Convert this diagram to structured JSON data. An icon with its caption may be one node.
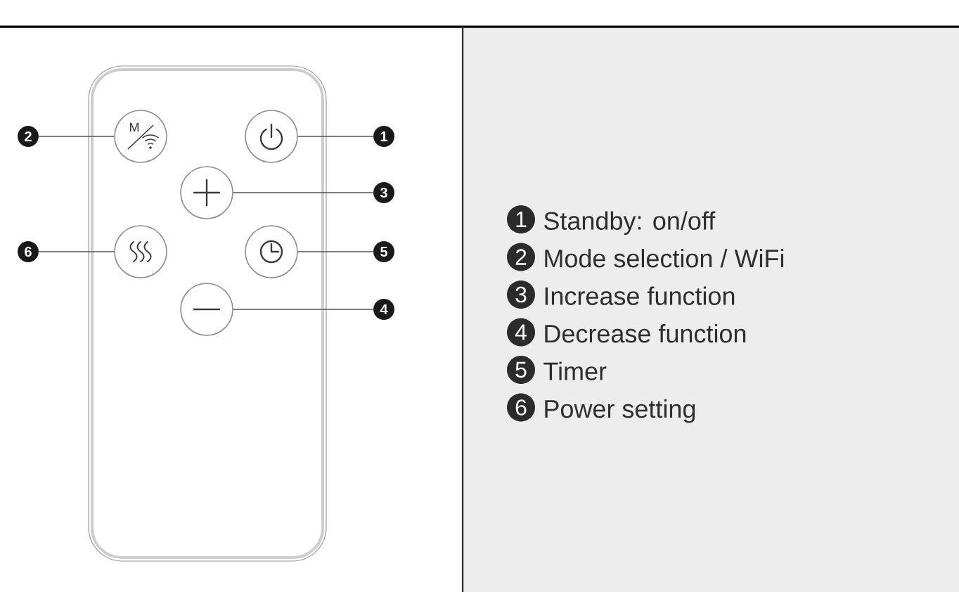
{
  "diagram": {
    "nodes": [
      {
        "text": [
          "2"
        ]
      },
      {
        "text": [
          "M"
        ]
      },
      {
        "text": [],
        "shape": "circle"
      },
      {
        "text": [
          "1"
        ]
      },
      {
        "text": [],
        "shape": "circle"
      },
      {
        "text": [
          "3"
        ]
      },
      {
        "text": [
          "6"
        ]
      },
      {
        "text": [],
        "shape": "circle"
      },
      {
        "text": [],
        "shape": "circle"
      },
      {
        "text": [
          "5"
        ]
      },
      {
        "text": [],
        "shape": "circle"
      },
      {
        "text": [
          "4"
        ]
      }
    ],
    "edges": [
      {
        "from": 0,
        "to": 1,
        "arrow": "none"
      },
      {
        "from": 3,
        "to": 2,
        "arrow": "none"
      },
      {
        "from": 5,
        "to": 4,
        "arrow": "none"
      },
      {
        "from": 6,
        "to": 7,
        "arrow": "none"
      },
      {
        "from": 9,
        "to": 8,
        "arrow": "none"
      },
      {
        "from": 11,
        "to": 10,
        "arrow": "none"
      }
    ],
    "labels": [
      "1",
      "Standby: on/off",
      "2",
      "Mode selection / WiFi",
      "3",
      "Increase function",
      "4",
      "Decrease function",
      "5",
      "Timer",
      "6",
      "Power setting"
    ]
  }
}
